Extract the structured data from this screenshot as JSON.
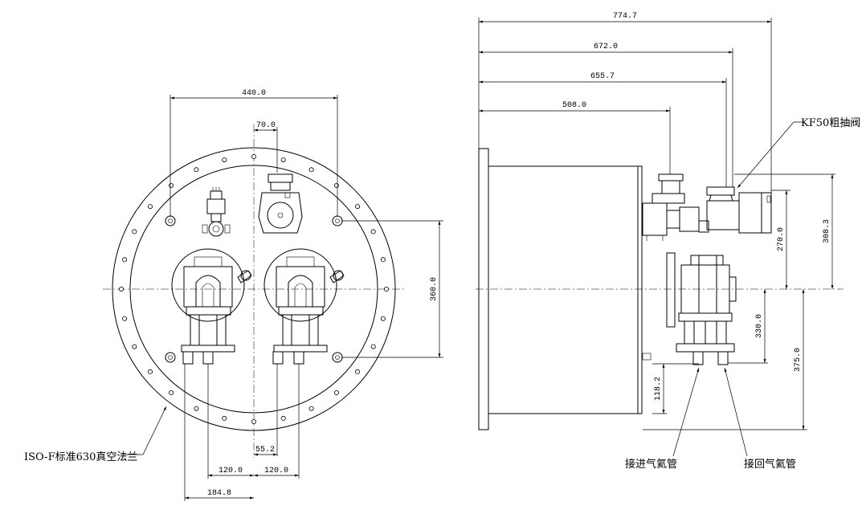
{
  "front_view": {
    "dims": {
      "d440": "440.0",
      "d70": "70.0",
      "d360": "360.0",
      "d55": "55.2",
      "d120a": "120.0",
      "d120b": "120.0",
      "d184": "184.8"
    },
    "flange_label": "ISO-F标准630真空法兰"
  },
  "side_view": {
    "dims": {
      "d774": "774.7",
      "d672": "672.0",
      "d655": "655.7",
      "d508": "508.0",
      "d308": "308.3",
      "d270": "270.0",
      "d330": "330.0",
      "d375": "375.0",
      "d118": "118.2"
    },
    "valve_label": "KF50粗抽阀",
    "inlet_label": "接进气氦管",
    "return_label": "接回气氦管"
  }
}
